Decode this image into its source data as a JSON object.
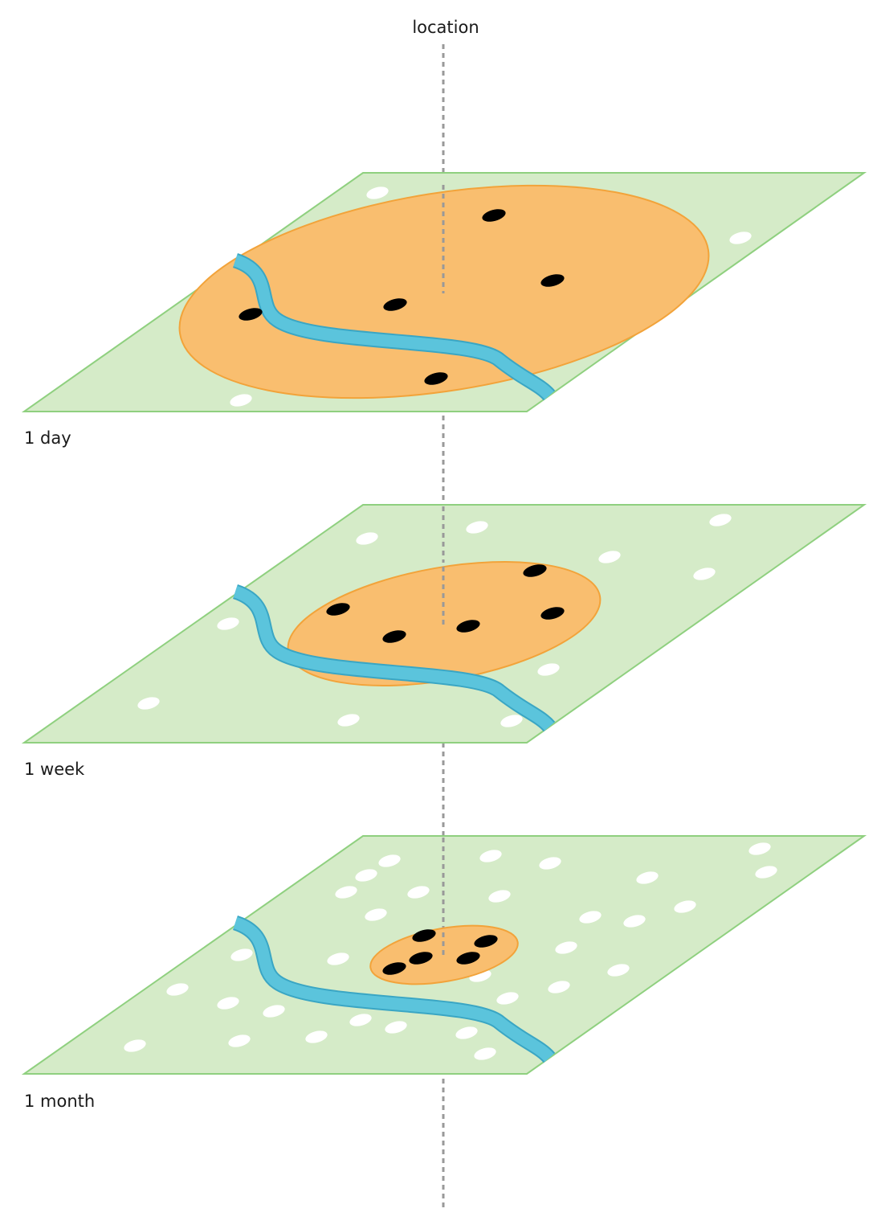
{
  "axis": {
    "label": "location"
  },
  "layers": [
    {
      "label": "1 day"
    },
    {
      "label": "1 week"
    },
    {
      "label": "1 month"
    }
  ],
  "colors": {
    "plane_fill": "#d5ebc8",
    "plane_stroke": "#8fd07f",
    "region_fill": "#f9be6f",
    "region_stroke": "#f2a33a",
    "river": "#5bc4dc",
    "river_edge": "#3aa6c4",
    "dot_black": "#000000",
    "dot_white": "#ffffff",
    "axis_line": "#999999"
  }
}
